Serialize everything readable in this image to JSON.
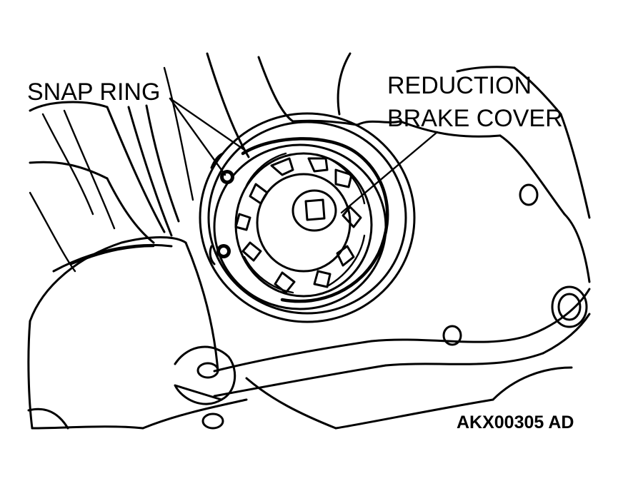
{
  "labels": {
    "snap_ring": "SNAP RING",
    "reduction_line1": "REDUCTION",
    "reduction_line2": "BRAKE COVER",
    "figure_code": "AKX00305 AD"
  },
  "colors": {
    "line": "#000000",
    "background": "#ffffff"
  }
}
